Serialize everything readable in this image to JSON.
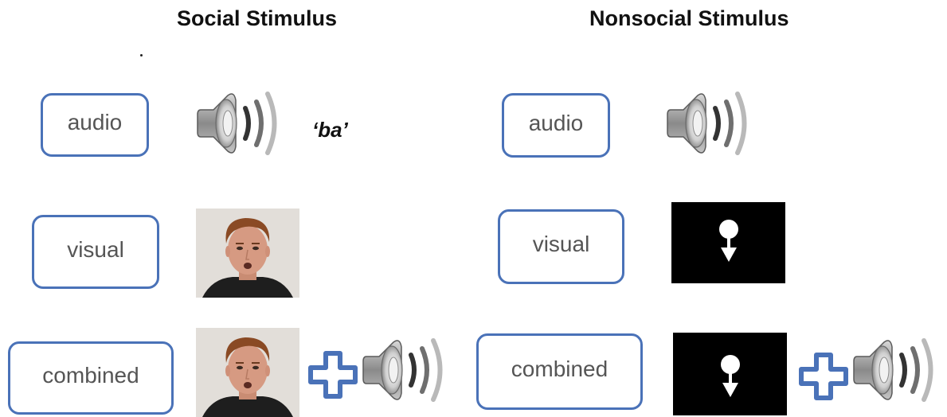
{
  "headings": {
    "social": "Social Stimulus",
    "nonsocial": "Nonsocial Stimulus"
  },
  "labels": {
    "audio": "audio",
    "visual": "visual",
    "combined": "combined"
  },
  "syllable": "‘ba’",
  "colors": {
    "box_border": "#4a72b8",
    "plus": "#4a72b8",
    "label_text": "#555555",
    "stimulus_bg": "#000000"
  },
  "icons": [
    "speaker-icon",
    "face-photo",
    "circle-arrow-stimulus",
    "plus-icon"
  ]
}
